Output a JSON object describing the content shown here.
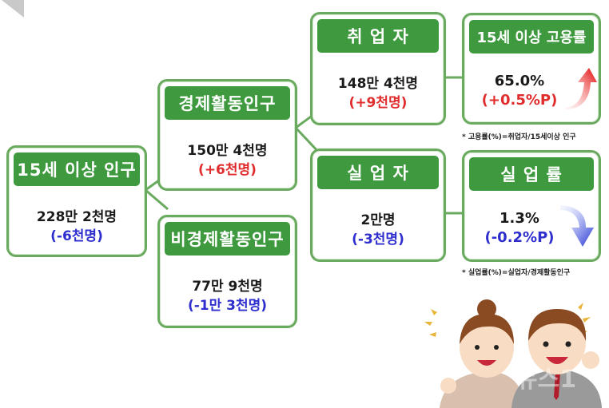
{
  "nodes": {
    "pop15": {
      "title": "15세 이상 인구",
      "value": "228만 2천명",
      "change": "(-6천명)",
      "direction": "down"
    },
    "econ_active": {
      "title": "경제활동인구",
      "value": "150만 4천명",
      "change": "(+6천명)",
      "direction": "up"
    },
    "econ_inactive": {
      "title": "비경제활동인구",
      "value": "77만 9천명",
      "change": "(-1만 3천명)",
      "direction": "down"
    },
    "employed": {
      "title": "취 업 자",
      "value": "148만 4천명",
      "change": "(+9천명)",
      "direction": "up"
    },
    "unemployed": {
      "title": "실 업 자",
      "value": "2만명",
      "change": "(-3천명)",
      "direction": "down"
    },
    "employment_rate": {
      "title": "15세 이상 고용률",
      "value": "65.0%",
      "change": "(+0.5%P)",
      "direction": "up",
      "note": "* 고용률(%)=취업자/15세이상 인구"
    },
    "unemployment_rate": {
      "title": "실 업 률",
      "value": "1.3%",
      "change": "(-0.2%P)",
      "direction": "down",
      "note": "* 실업률(%)=실업자/경제활동인구"
    }
  },
  "colors": {
    "header_green": "#3f9a3f",
    "border_green": "#6aaa5f",
    "increase_red": "#e02c2c",
    "decrease_blue": "#2e2ecf"
  },
  "illustration": {
    "subject": "two cheering office workers",
    "watermark": "뉴스1"
  }
}
